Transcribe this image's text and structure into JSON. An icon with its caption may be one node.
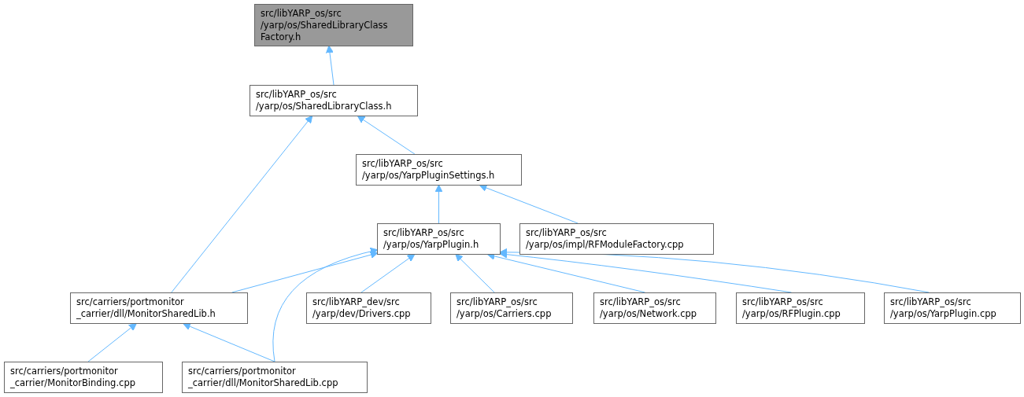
{
  "diagram": {
    "nodes": [
      {
        "text": [
          "src/libYARP_os/src /yarp/os/SharedLibraryClass Factory.h"
        ]
      },
      {
        "text": [
          "src/libYARP_os/src /yarp/os/SharedLibraryClass.h"
        ]
      },
      {
        "text": [
          "src/libYARP_os/src /yarp/os/YarpPluginSettings.h"
        ]
      },
      {
        "text": [
          "src/libYARP_os/src /yarp/os/YarpPlugin.h"
        ]
      },
      {
        "text": [
          "src/libYARP_os/src /yarp/os/impl/RFModuleFactory.cpp"
        ]
      },
      {
        "text": [
          "src/carriers/portmonitor _carrier/dll/MonitorSharedLib.h"
        ]
      },
      {
        "text": [
          "src/libYARP_dev/src /yarp/dev/Drivers.cpp"
        ]
      },
      {
        "text": [
          "src/libYARP_os/src /yarp/os/Carriers.cpp"
        ]
      },
      {
        "text": [
          "src/libYARP_os/src /yarp/os/Network.cpp"
        ]
      },
      {
        "text": [
          "src/libYARP_os/src /yarp/os/RFPlugin.cpp"
        ]
      },
      {
        "text": [
          "src/libYARP_os/src /yarp/os/YarpPlugin.cpp"
        ]
      },
      {
        "text": [
          "src/carriers/portmonitor _carrier/MonitorBinding.cpp"
        ]
      },
      {
        "text": [
          "src/carriers/portmonitor _carrier/dll/MonitorSharedLib.cpp"
        ]
      }
    ],
    "edges": [
      {
        "from": 1,
        "to": 0,
        "arrow": "to"
      },
      {
        "from": 5,
        "to": 1,
        "arrow": "to"
      },
      {
        "from": 2,
        "to": 1,
        "arrow": "to"
      },
      {
        "from": 3,
        "to": 2,
        "arrow": "to"
      },
      {
        "from": 4,
        "to": 2,
        "arrow": "to"
      },
      {
        "from": 5,
        "to": 3,
        "arrow": "to"
      },
      {
        "from": 12,
        "to": 3,
        "arrow": "to"
      },
      {
        "from": 6,
        "to": 3,
        "arrow": "to"
      },
      {
        "from": 7,
        "to": 3,
        "arrow": "to"
      },
      {
        "from": 8,
        "to": 3,
        "arrow": "to"
      },
      {
        "from": 9,
        "to": 3,
        "arrow": "to"
      },
      {
        "from": 10,
        "to": 3,
        "arrow": "to"
      },
      {
        "from": 11,
        "to": 5,
        "arrow": "to"
      },
      {
        "from": 12,
        "to": 5,
        "arrow": "to"
      }
    ]
  }
}
